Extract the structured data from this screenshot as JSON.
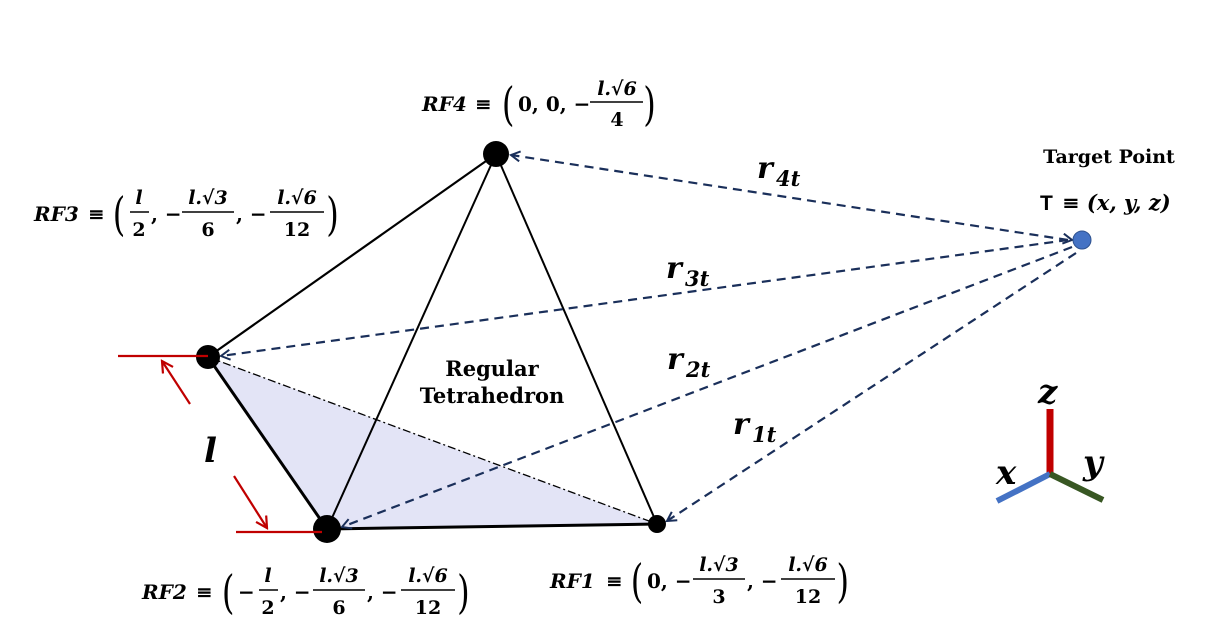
{
  "colors": {
    "edge": "#000000",
    "dashed_arrow": "#1a2f5a",
    "face_fill": "#e3e4f6",
    "dim_red": "#c00000",
    "target_blue": "#4472c4",
    "axis_z": "#c00000",
    "axis_x": "#4472c4",
    "axis_y": "#385723"
  },
  "labels": {
    "rf4": {
      "name": "RF4",
      "equiv": "≡",
      "c1": "0, 0, −",
      "num": "l.√6",
      "den": "4"
    },
    "rf3": {
      "name": "RF3",
      "equiv": "≡",
      "n1": "l",
      "d1": "2",
      "sep1": ", −",
      "n2": "l.√3",
      "d2": "6",
      "sep2": ", −",
      "n3": "l.√6",
      "d3": "12"
    },
    "rf2": {
      "name": "RF2",
      "equiv": "≡",
      "pre": "−",
      "n1": "l",
      "d1": "2",
      "sep1": ", −",
      "n2": "l.√3",
      "d2": "6",
      "sep2": ", −",
      "n3": "l.√6",
      "d3": "12"
    },
    "rf1": {
      "name": "RF1",
      "equiv": "≡",
      "pre": "0, −",
      "n1": "l.√3",
      "d1": "3",
      "sep1": ", −",
      "n2": "l.√6",
      "d2": "12"
    },
    "center_line1": "Regular",
    "center_line2": "Tetrahedron",
    "target_title": "Target Point",
    "target_eq_T": "T",
    "target_eq_rest": "≡ (x, y, z)",
    "length": "l",
    "r4t": {
      "base": "r",
      "sub": "4t"
    },
    "r3t": {
      "base": "r",
      "sub": "3t"
    },
    "r2t": {
      "base": "r",
      "sub": "2t"
    },
    "r1t": {
      "base": "r",
      "sub": "1t"
    },
    "axis_z": "z",
    "axis_x": "x",
    "axis_y": "y"
  }
}
